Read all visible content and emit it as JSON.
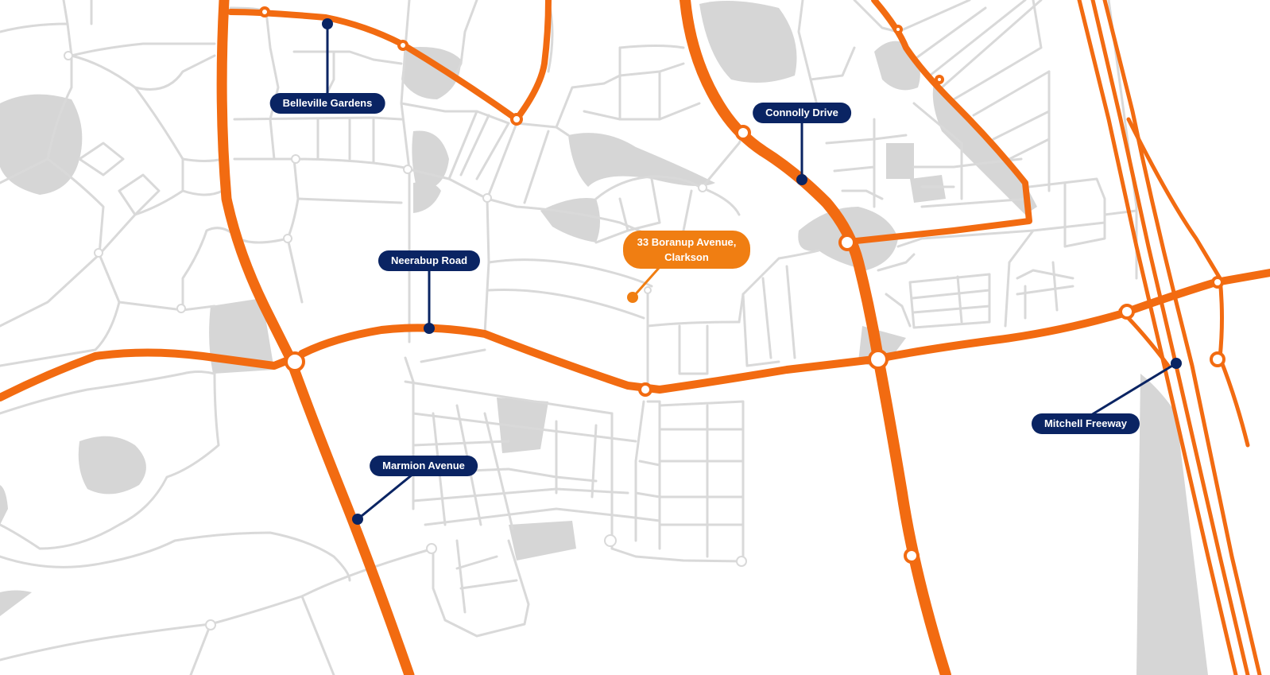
{
  "colors": {
    "background": "#ffffff",
    "minor_road": "#d9d9d9",
    "park_area": "#d6d6d6",
    "major_road": "#f26b11",
    "label_bg": "#0a2463",
    "highlight": "#f07e12"
  },
  "labels": {
    "belleville_gardens": "Belleville Gardens",
    "connolly_drive": "Connolly Drive",
    "neerabup_road": "Neerabup Road",
    "marmion_avenue": "Marmion Avenue",
    "mitchell_freeway": "Mitchell Freeway",
    "property": "33 Boranup Avenue, Clarkson"
  }
}
